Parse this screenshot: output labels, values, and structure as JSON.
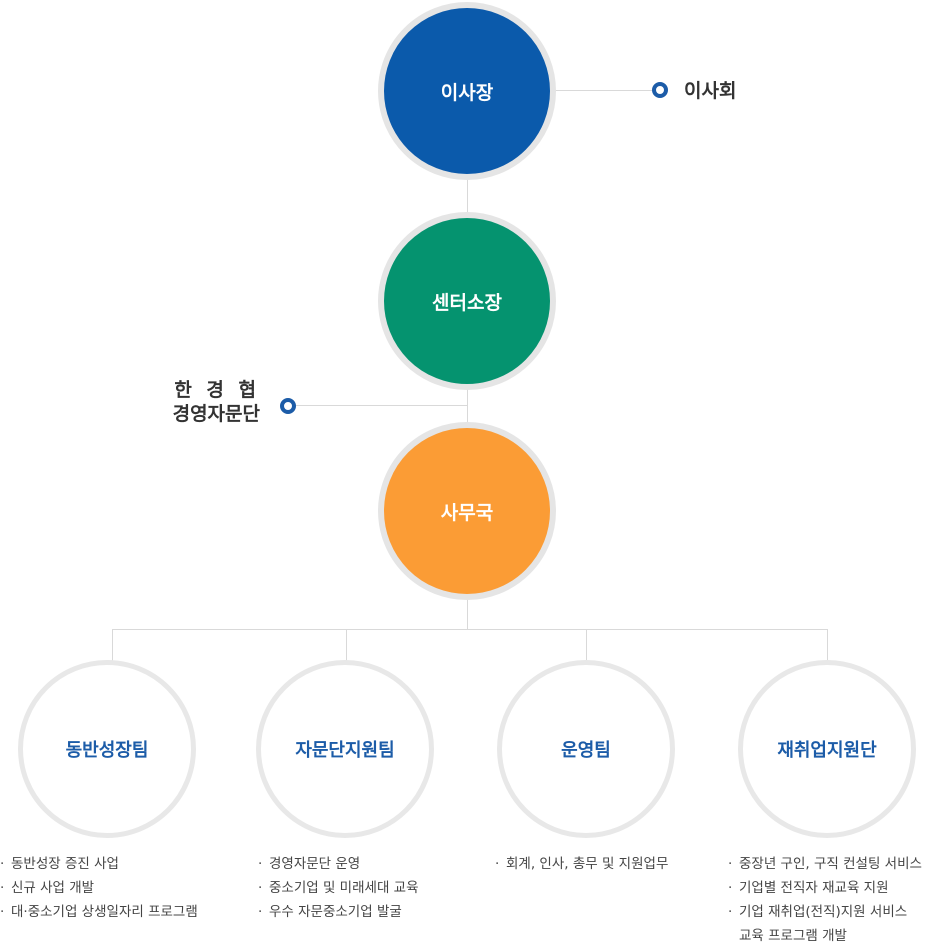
{
  "nodes": {
    "chairman": {
      "label": "이사장",
      "color": "#0b5aab"
    },
    "director": {
      "label": "센터소장",
      "color": "#05936f"
    },
    "secretariat": {
      "label": "사무국",
      "color": "#fb9c35"
    }
  },
  "side": {
    "board": {
      "label": "이사회"
    },
    "advisory": {
      "line1": "한 경 협",
      "line2": "경영자문단"
    }
  },
  "teams": [
    {
      "label": "동반성장팀",
      "items": [
        "동반성장 증진 사업",
        "신규 사업 개발",
        "대·중소기업 상생일자리 프로그램"
      ]
    },
    {
      "label": "자문단지원팀",
      "items": [
        "경영자문단 운영",
        "중소기업 및 미래세대 교육",
        "우수 자문중소기업 발굴"
      ]
    },
    {
      "label": "운영팀",
      "items": [
        "회계, 인사, 총무 및 지원업무"
      ]
    },
    {
      "label": "재취업지원단",
      "items": [
        "중장년 구인, 구직 컨설팅 서비스",
        "기업별 전직자 재교육 지원",
        "기업 재취업(전직)지원 서비스",
        "교육 프로그램 개발"
      ]
    }
  ]
}
